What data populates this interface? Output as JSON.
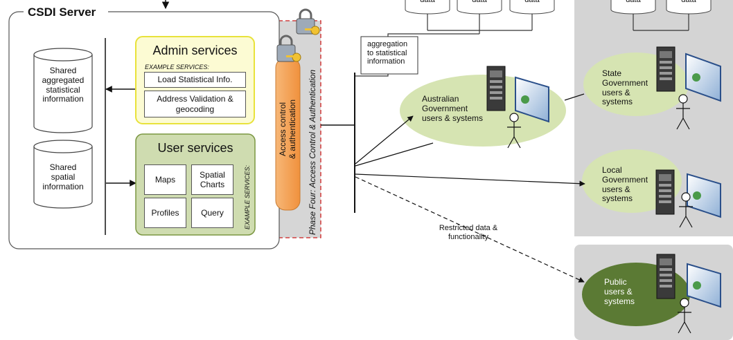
{
  "server": {
    "title": "CSDI Server",
    "shared_statistical": [
      "Shared",
      "aggregated",
      "statistical",
      "information"
    ],
    "shared_spatial": [
      "Shared",
      "spatial",
      "information"
    ]
  },
  "admin": {
    "title": "Admin services",
    "example_label": "EXAMPLE SERVICES:",
    "load_stats": "Load Statistical Info.",
    "address_validation": [
      "Address Validation &",
      "geocoding"
    ]
  },
  "user": {
    "title": "User services",
    "example_label": "EXAMPLE SERVICES:",
    "maps": "Maps",
    "spatial_charts": [
      "Spatial",
      "Charts"
    ],
    "profiles": "Profiles",
    "query": "Query"
  },
  "access": {
    "access_control": [
      "Access control",
      "& authentication"
    ],
    "phase_four": "Phase Four: Access Control & Authentication"
  },
  "top_data_label": "data",
  "aggregation_note": [
    "aggregation",
    "to statistical",
    "information"
  ],
  "groups": {
    "australian": [
      "Australian",
      "Government",
      "users & systems"
    ],
    "state": [
      "State",
      "Government",
      "users &",
      "systems"
    ],
    "local": [
      "Local",
      "Government",
      "users &",
      "systems"
    ],
    "public": [
      "Public",
      "users &",
      "systems"
    ]
  },
  "restricted_label": [
    "Restricted data &",
    "functionality"
  ],
  "colors": {
    "admin_fill": "#fcfbd3",
    "admin_border": "#e8e23a",
    "user_fill": "#cfdcb0",
    "user_border": "#7a9640",
    "access_fill": "#f4a45d",
    "ellipse_light": "#d6e4b2",
    "ellipse_dark": "#5b7a34",
    "gray_panel": "#d4d4d4",
    "dashed_red": "#cc1f1f"
  }
}
